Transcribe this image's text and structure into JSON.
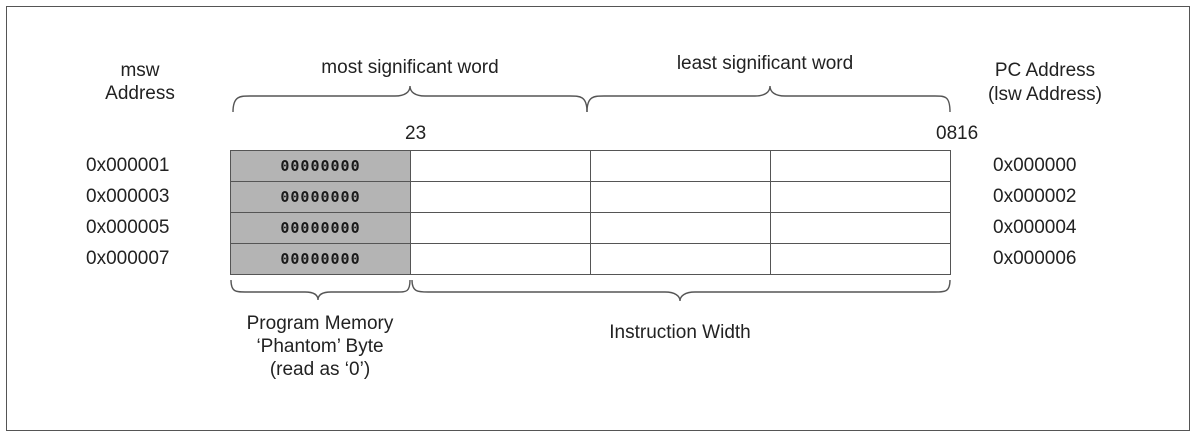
{
  "header": {
    "msw_address_label": [
      "msw",
      "Address"
    ],
    "msw_word_label": "most significant word",
    "lsw_word_label": "least significant word",
    "pc_address_label": [
      "PC Address",
      "(lsw Address)"
    ]
  },
  "bit_labels": {
    "high": "23",
    "low_a": "08",
    "low_b": "16"
  },
  "rows": [
    {
      "msw_address": "0x000001",
      "phantom": "00000000",
      "pc_address": "0x000000"
    },
    {
      "msw_address": "0x000003",
      "phantom": "00000000",
      "pc_address": "0x000002"
    },
    {
      "msw_address": "0x000005",
      "phantom": "00000000",
      "pc_address": "0x000004"
    },
    {
      "msw_address": "0x000007",
      "phantom": "00000000",
      "pc_address": "0x000006"
    }
  ],
  "footer": {
    "phantom_label": [
      "Program Memory",
      "‘Phantom’ Byte",
      "(read as ‘0’)"
    ],
    "instruction_label": "Instruction Width"
  },
  "colors": {
    "phantom_fill": "#b4b4b4",
    "line": "#555555"
  }
}
